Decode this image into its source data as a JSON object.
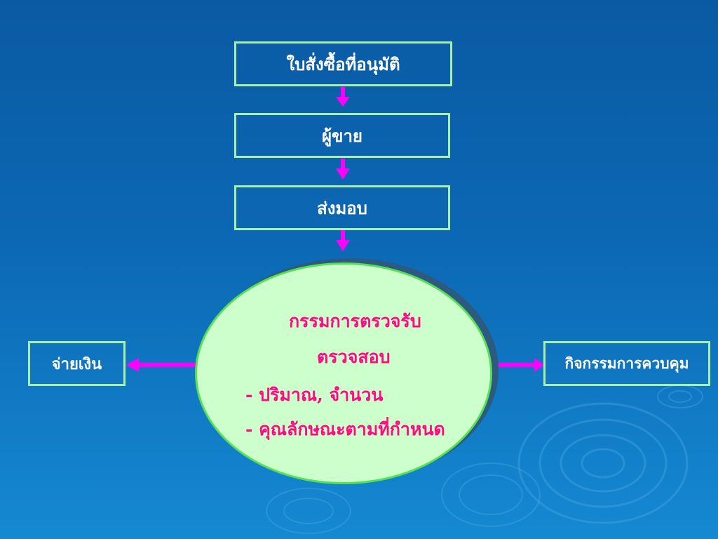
{
  "flow": {
    "approved_po": "ใบสั่งซื้อที่อนุมัติ",
    "vendor": "ผู้ขาย",
    "delivery": "ส่งมอบ",
    "payment": "จ่ายเงิน",
    "control_activities": "กิจกรรมการควบคุม"
  },
  "committee": {
    "title": "กรรมการตรวจรับ",
    "subtitle": "ตรวจสอบ",
    "bullet_1": "-  ปริมาณ, จำนวน",
    "bullet_2": "-  คุณลักษณะตามที่กำหนด"
  },
  "colors": {
    "background": "#0c68b4",
    "box_border": "#a8f0a8",
    "arrow": "#ff00ff",
    "ellipse_fill": "#ccffcc",
    "committee_text": "#ff0a84"
  }
}
